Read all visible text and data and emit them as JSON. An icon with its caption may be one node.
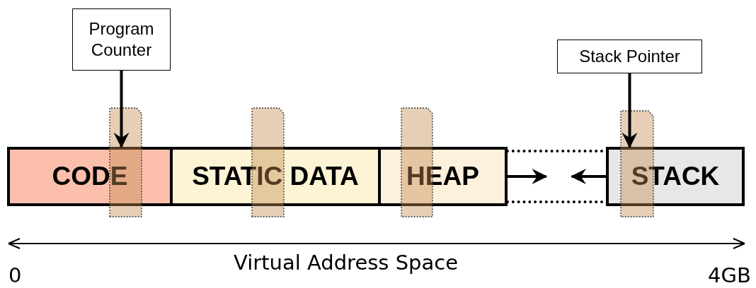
{
  "diagram": {
    "nodes": [
      {
        "text": [
          "Program Counter"
        ]
      },
      {
        "text": [
          "Stack Pointer"
        ]
      },
      {
        "text": [
          "CODE"
        ]
      },
      {
        "text": [
          "STATIC DATA"
        ]
      },
      {
        "text": [
          "HEAP"
        ]
      },
      {
        "text": [],
        "shape": "box"
      },
      {
        "text": [
          "STACK"
        ]
      }
    ],
    "edges": [
      {
        "from": 0,
        "to": 2,
        "arrow": "to"
      },
      {
        "from": 1,
        "to": 6,
        "arrow": "to"
      },
      {
        "from": 4,
        "to": 5,
        "arrow": "to"
      },
      {
        "from": 6,
        "to": 5,
        "arrow": "to"
      }
    ],
    "labels": [
      "Virtual Address Space",
      "0",
      "4GB"
    ]
  }
}
